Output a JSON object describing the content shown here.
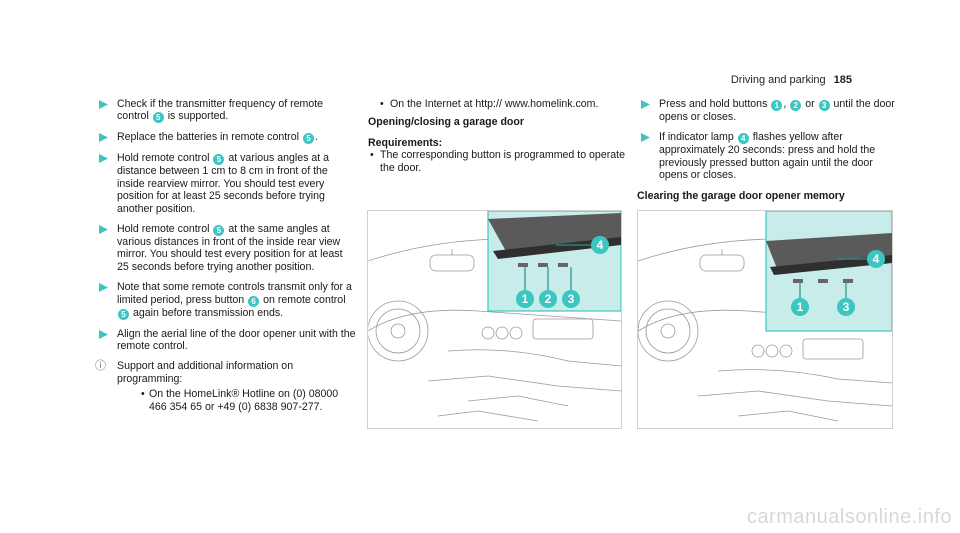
{
  "header": {
    "section": "Driving and parking",
    "page": "185"
  },
  "col1": {
    "step1": {
      "t1": "Check if the transmitter frequency of remote control",
      "n": "5",
      "t2": "is supported."
    },
    "step2": {
      "t1": "Replace the batteries in remote control",
      "n": "5",
      "t2": "."
    },
    "step3": {
      "t1": "Hold remote control",
      "n": "5",
      "t2": "at various angles at a distance between 1 cm to 8 cm in front of the inside rearview mirror. You should test every position for at least 25 seconds before trying another position."
    },
    "step4": {
      "t1": "Hold remote control",
      "n": "5",
      "t2": "at the same angles at various distances in front of the inside rear view mirror. You should test every position for at least 25 seconds before trying another position."
    },
    "step5": {
      "t1": "Note that some remote controls transmit only for a limited period, press button",
      "n1": "6",
      "t2": "on remote control",
      "n2": "5",
      "t3": "again before transmission ends."
    },
    "step6": {
      "t1": "Align the aerial line of the door opener unit with the remote control."
    },
    "note": {
      "text": "Support and additional information on programming:",
      "bullet": "On the HomeLink® Hotline on (0) 08000 466 354 65 or +49 (0) 6838 907-277."
    }
  },
  "col2": {
    "bullet_internet": "On the Internet at http:// www.homelink.com.",
    "heading": "Opening/closing a garage door",
    "req_label": "Requirements:",
    "req_bullet": "The corresponding button is programmed to operate the door."
  },
  "col3": {
    "step1": {
      "t1": "Press and hold buttons",
      "n1": "1",
      "sep1": ",",
      "n2": "2",
      "sep2": "or",
      "n3": "3",
      "t2": "until the door opens or closes."
    },
    "step2": {
      "t1": "If indicator lamp",
      "n": "4",
      "t2": "flashes yellow after approximately 20 seconds: press and hold the previously pressed button again until the door opens or closes."
    },
    "heading": "Clearing the garage door opener memory"
  },
  "fig1_labels": [
    "1",
    "2",
    "3",
    "4"
  ],
  "fig2_labels": [
    "1",
    "3",
    "4"
  ],
  "footer": "carmanualsonline.info",
  "colors": {
    "accent": "#3cc6c0"
  }
}
